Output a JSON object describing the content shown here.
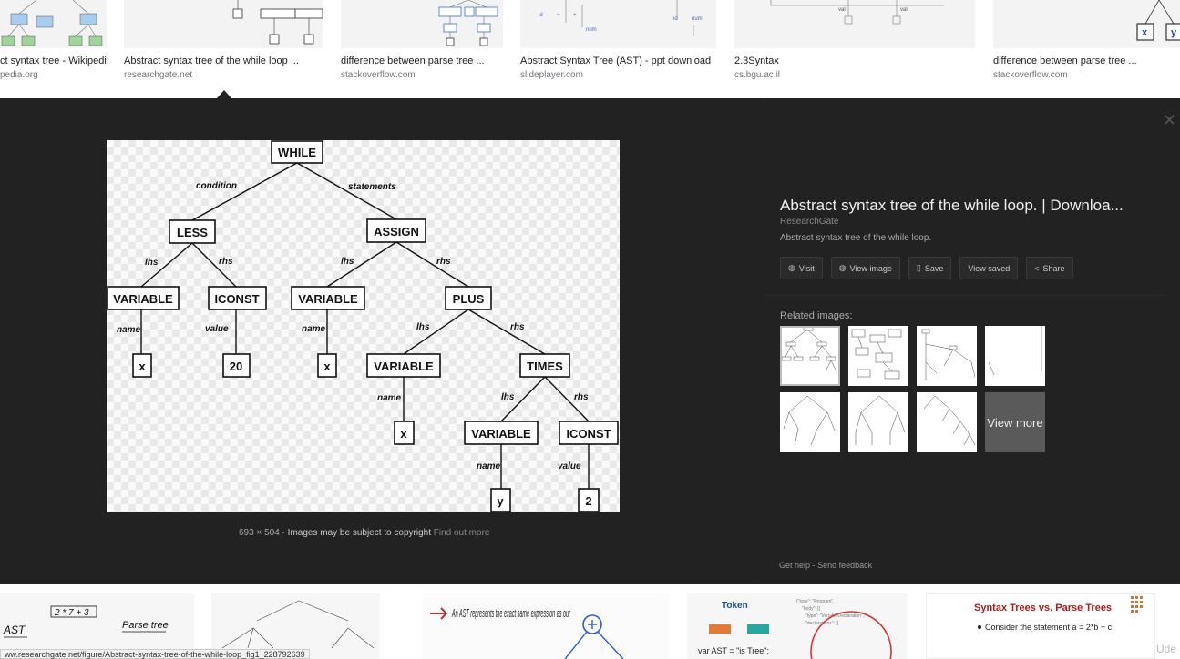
{
  "top_results": [
    {
      "title": "ct syntax tree - Wikipedia",
      "source": "pedia.org"
    },
    {
      "title": "Abstract syntax tree of the while loop ...",
      "source": "researchgate.net"
    },
    {
      "title": "difference between parse tree ...",
      "source": "stackoverflow.com"
    },
    {
      "title": "Abstract Syntax Tree (AST) - ppt download",
      "source": "slideplayer.com"
    },
    {
      "title": "2.3Syntax",
      "source": "cs.bgu.ac.il"
    },
    {
      "title": "difference between parse tree ...",
      "source": "stackoverflow.com"
    }
  ],
  "viewer": {
    "title": "Abstract syntax tree of the while loop. | Downloa...",
    "source": "ResearchGate",
    "description": "Abstract syntax tree of the while loop.",
    "actions": [
      {
        "label": "Visit",
        "icon": "globe-icon"
      },
      {
        "label": "View image",
        "icon": "globe-icon"
      },
      {
        "label": "Save",
        "icon": "bookmark-icon"
      },
      {
        "label": "View saved",
        "icon": ""
      },
      {
        "label": "Share",
        "icon": "share-icon"
      }
    ],
    "related_label": "Related images:",
    "view_more_label": "View more",
    "image_meta": {
      "dimensions": "693 × 504",
      "separator": "-",
      "copyright": "Images may be subject to copyright",
      "find_out": "Find out more"
    },
    "help": "Get help",
    "feedback": "Send feedback",
    "help_separator": "-"
  },
  "ast": {
    "nodes": {
      "while": "WHILE",
      "less": "LESS",
      "assign": "ASSIGN",
      "var1": "VARIABLE",
      "iconst1": "ICONST",
      "var2": "VARIABLE",
      "plus": "PLUS",
      "x1": "x",
      "c20": "20",
      "x2": "x",
      "var3": "VARIABLE",
      "times": "TIMES",
      "x3": "x",
      "var4": "VARIABLE",
      "iconst2": "ICONST",
      "y": "y",
      "c2": "2"
    },
    "edges": {
      "condition": "condition",
      "statements": "statements",
      "lhs": "lhs",
      "rhs": "rhs",
      "name": "name",
      "value": "value"
    }
  },
  "bottom_results": {
    "ast_label": "AST",
    "parse_tree_label": "Parse tree",
    "expr_label": "2 * 7 + 3",
    "handwritten": "An AST represents the exact same expression as our",
    "token": "Token",
    "code": "var AST = \"is Tree\";",
    "slide_title": "Syntax Trees vs. Parse Trees",
    "slide_bullet": "Consider the statement a = 2*b + c;"
  },
  "status_url": "ww.researchgate.net/figure/Abstract-syntax-tree-of-the-while-loop_fig1_228792639",
  "watermark": "Ude"
}
